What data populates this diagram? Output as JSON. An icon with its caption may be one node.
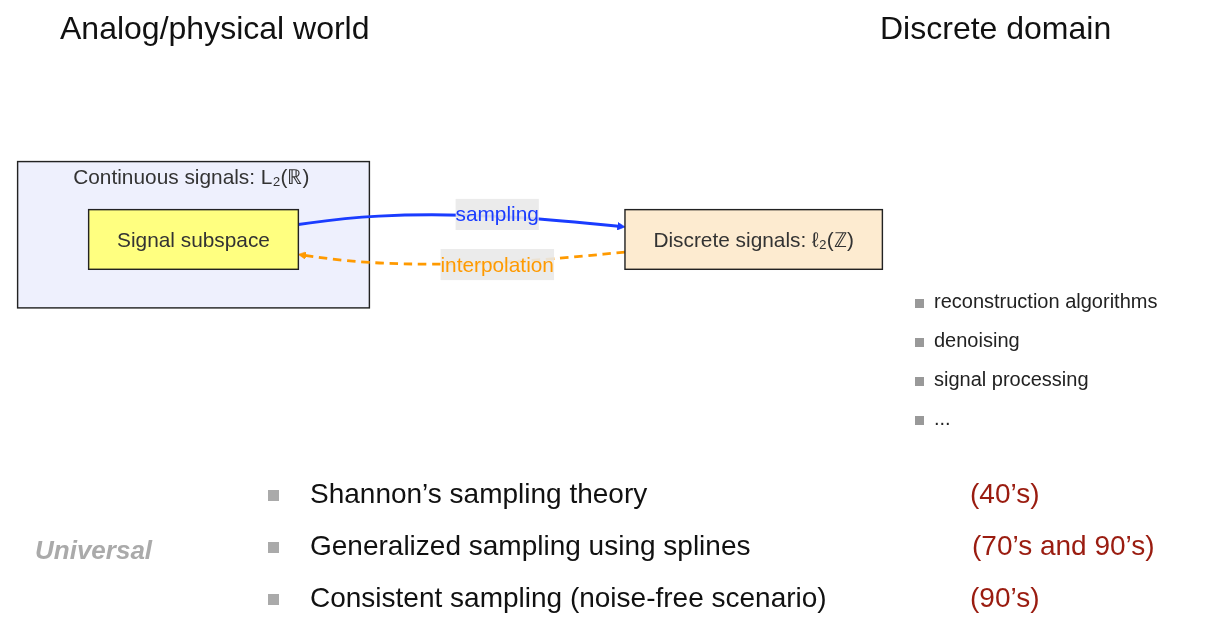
{
  "diagram": {
    "nodes": [
      {
        "text": [
          "Continuous signals: L₂(ℝ)"
        ]
      },
      {
        "text": [
          "Signal subspace"
        ],
        "in": 0
      },
      {
        "text": [
          "Discrete signals: ℓ₂(ℤ)"
        ]
      }
    ],
    "edges": [
      {
        "from": 1,
        "to": 2,
        "arrow": "to",
        "label": "sampling",
        "color": "#1a3cff"
      },
      {
        "from": 2,
        "to": 1,
        "arrow": "to",
        "label": "interpolation",
        "style": "dashed",
        "color": "#ff9a00"
      }
    ],
    "labels": [
      "Analog/physical world",
      "Discrete domain",
      "reconstruction algorithms",
      "denoising",
      "signal processing",
      "...",
      "Universal",
      "Shannon’s sampling theory",
      "(40’s)",
      "Generalized sampling using splines",
      "(70’s and 90’s)",
      "Consistent sampling (noise-free scenario)",
      "(90’s)"
    ]
  }
}
